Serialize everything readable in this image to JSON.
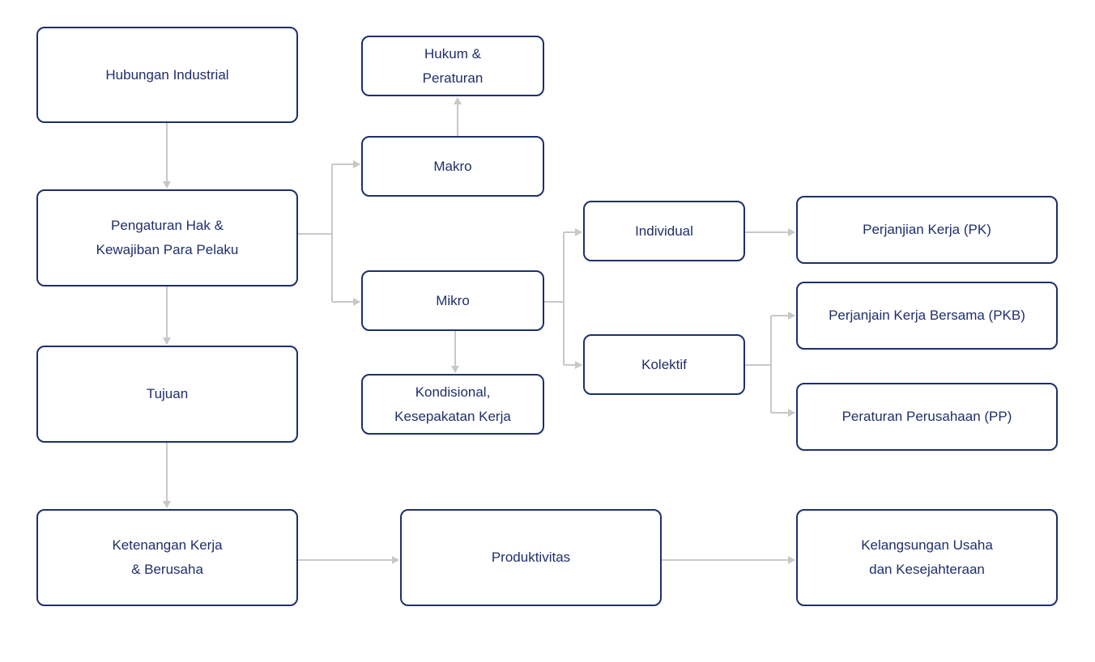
{
  "nodes": {
    "hubungan": [
      "Hubungan Industrial"
    ],
    "pengaturan": [
      "Pengaturan Hak &",
      "Kewajiban Para Pelaku"
    ],
    "tujuan": [
      "Tujuan"
    ],
    "ketenangan": [
      "Ketenangan Kerja",
      "& Berusaha"
    ],
    "produktivitas": [
      "Produktivitas"
    ],
    "kelangsungan": [
      "Kelangsungan Usaha",
      "dan Kesejahteraan"
    ],
    "hukum": [
      "Hukum &",
      "Peraturan"
    ],
    "makro": [
      "Makro"
    ],
    "mikro": [
      "Mikro"
    ],
    "kondisional": [
      "Kondisional,",
      "Kesepakatan Kerja"
    ],
    "individual": [
      "Individual"
    ],
    "kolektif": [
      "Kolektif"
    ],
    "pk": [
      "Perjanjian Kerja (PK)"
    ],
    "pkb": [
      "Perjanjain Kerja Bersama (PKB)"
    ],
    "pp": [
      "Peraturan Perusahaan (PP)"
    ]
  },
  "colors": {
    "border": "#1f2f6b",
    "text": "#1f2f6b",
    "connector": "#c8c8c8"
  }
}
